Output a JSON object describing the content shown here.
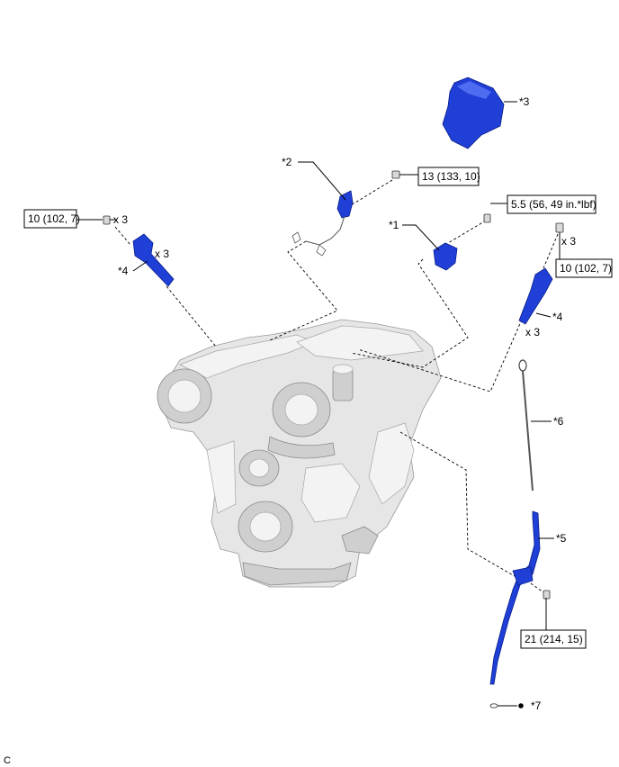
{
  "callouts": {
    "p1": "*1",
    "p2": "*2",
    "p3": "*3",
    "p4a": "*4",
    "p4b": "*4",
    "p5": "*5",
    "p6": "*6",
    "p7": "*7"
  },
  "torques": {
    "t_left": "10 (102, 7)",
    "t_bracket": "13 (133, 10)",
    "t_clamp": "5.5 (56, 49 in.*lbf)",
    "t_right": "10 (102, 7)",
    "t_guide": "21 (214, 15)"
  },
  "quantities": {
    "q_left_bolt": "x 3",
    "q_left_coil": "x 3",
    "q_right_bolt": "x 3",
    "q_right_coil": "x 3"
  },
  "footer": {
    "code": "C"
  },
  "colors": {
    "part": "#1f3fd6",
    "engine": "#e6e6e6"
  }
}
